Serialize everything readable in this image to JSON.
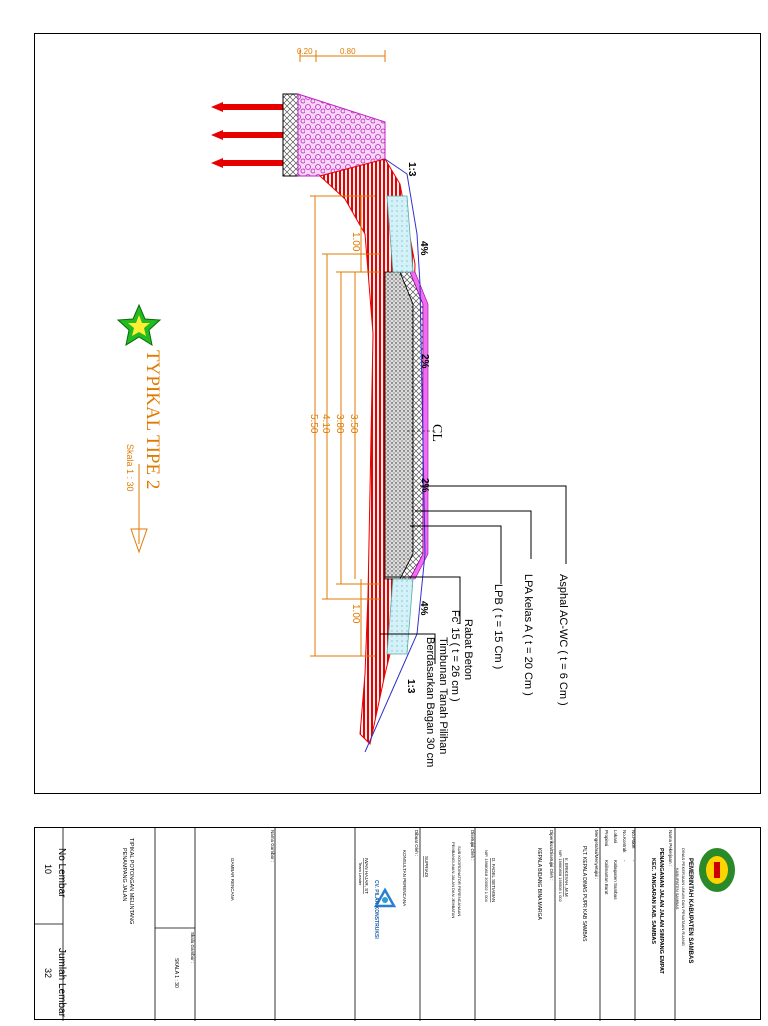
{
  "drawing": {
    "title": "TYPIKAL TIPE 2",
    "scale": "Skala 1 : 30",
    "cl": "CL",
    "dims": {
      "top_a": "0.20",
      "top_b": "0.80",
      "d_100_top": "1.00",
      "d_350": "3.50",
      "d_380": "3.80",
      "d_410": "4.10",
      "d_550": "5.50",
      "d_100_bot": "1.00"
    },
    "slopes": {
      "s13_top": "1:3",
      "p4_top": "4%",
      "p2_top": "2%",
      "p2_bot": "2%",
      "p4_bot": "4%",
      "s13_bot": "1:3"
    },
    "callouts": {
      "asphal": "Asphal AC-WC ( t = 6 Cm )",
      "lpa": "LPA kelas A ( t = 20 Cm )",
      "lpb": "LPB  ( t = 15 Cm )",
      "rabat_1": "Rabat Beton",
      "rabat_2": "Fc' 15 ( t = 26 cm )",
      "timbunan_1": "Timbunan Tanah Pilihan",
      "timbunan_2": "Berdasarkan Bagan 30 cm"
    }
  },
  "title_block": {
    "gov_1": "PEMERINTAH KABUPATEN SAMBAS",
    "gov_2": "DINAS PEKERJAAN UMUM DAN PENATAAN RUANG",
    "gov_3": "KABUPATEN SAMBAS",
    "nama_pekerjaan_label": "Nama Pekerjaan :",
    "project_1": "PENANGANAN JALAN JALAN SIMPANG EMPAT",
    "project_2": "KEC. TANGARAN KAB. SAMBAS",
    "no_paket_label": "No.Paket",
    "no_paket_val": "-",
    "no_kontrak_label": "No.Kontrak",
    "no_kontrak_val": "-",
    "lokasi_label": "Lokasi",
    "lokasi_val": "Kabupaten Sambas",
    "propinsi_label": "Propinsi",
    "propinsi_val": "Kalimantan Barat",
    "mengetahui_label": "Mengetahui/Menyetujui :",
    "plt": "PLT. KEPALA DINAS PUPR KAB SAMBAS",
    "plt_name": "Ir. ERIKSYAH.,M.M",
    "plt_nip": "NIP. 19660808 199508 1 002",
    "diperiksa_label": "Diperiksa/Disetujui Oleh :",
    "kabid": "KEPALA BIDANG BINA MARGA",
    "kabid_name": "D. FADEL SETIAWAN",
    "kabid_nip": "NIP. 19980818 200902 1 004",
    "disetujui_label": "Disetujui Oleh :",
    "sub_1": "SUB KOORDINATOR PERENCANAAN",
    "sub_2": "PEMBANGUNAN JALAN DAN JEMBATAN",
    "sub_name": "SUPRIADI",
    "dibuat_label": "Dibuat Oleh :",
    "konsultan_1": "KONSULTAN PERENCANA",
    "kons_name": "IWAN HAJAR, ST",
    "kons_role": "Team Leader",
    "konsultan_name": "CV. PILAR KONSTRUKSI",
    "gambar_label": "Nama Gambar :",
    "gambar_val": "GAMBAR RENCANA",
    "skala_label": "Skala Gambar :",
    "skala_val": "SKALA 1 : 30",
    "judul_1": "TIPIKAL POTONGAN MELINTANG",
    "judul_2": "PENAMPANG JALAN",
    "no_lembar_label": "No Lembar",
    "no_lembar_val": "10",
    "jumlah_label": "Jumlah Lembar",
    "jumlah_val": "32"
  },
  "colors": {
    "fill": "#e60000",
    "dim": "#e07a00",
    "pink": "#f06cf0",
    "cyan": "#bfeaf5",
    "star": "#22bb22"
  }
}
